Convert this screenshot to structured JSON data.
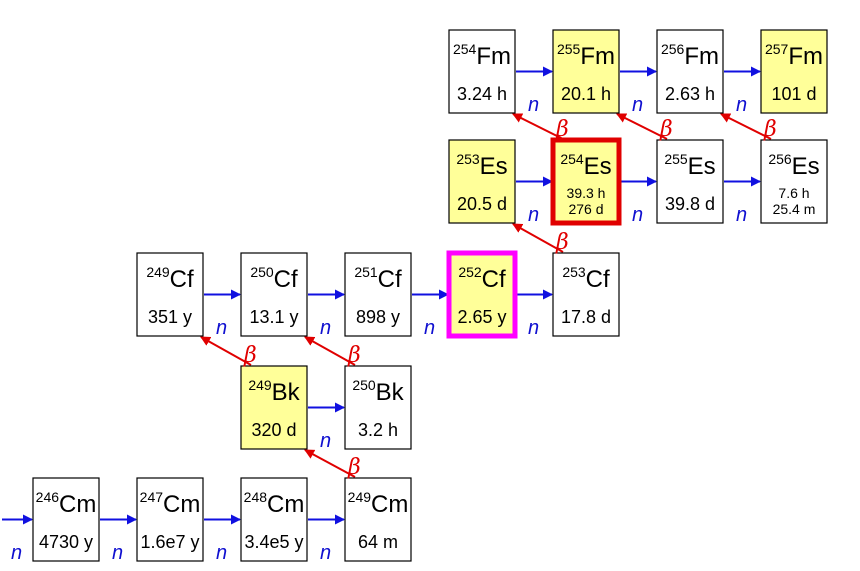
{
  "diagram": {
    "colors": {
      "neutron": "#1010e0",
      "beta": "#e00000",
      "highlight_fill": "#ffff99",
      "box_border_red": "#e00000",
      "box_border_magenta": "#ff00ff"
    },
    "neutron_label": "n",
    "beta_label": "β",
    "nuclides": [
      {
        "id": "fm254",
        "mass": "254",
        "symbol": "Fm",
        "half_lives": [
          "3.24 h"
        ],
        "highlight": false,
        "border": ""
      },
      {
        "id": "fm255",
        "mass": "255",
        "symbol": "Fm",
        "half_lives": [
          "20.1 h"
        ],
        "highlight": true,
        "border": ""
      },
      {
        "id": "fm256",
        "mass": "256",
        "symbol": "Fm",
        "half_lives": [
          "2.63 h"
        ],
        "highlight": false,
        "border": ""
      },
      {
        "id": "fm257",
        "mass": "257",
        "symbol": "Fm",
        "half_lives": [
          "101 d"
        ],
        "highlight": true,
        "border": ""
      },
      {
        "id": "es253",
        "mass": "253",
        "symbol": "Es",
        "half_lives": [
          "20.5 d"
        ],
        "highlight": true,
        "border": ""
      },
      {
        "id": "es254",
        "mass": "254",
        "symbol": "Es",
        "half_lives": [
          "39.3 h",
          "276 d"
        ],
        "highlight": true,
        "border": "red"
      },
      {
        "id": "es255",
        "mass": "255",
        "symbol": "Es",
        "half_lives": [
          "39.8 d"
        ],
        "highlight": false,
        "border": ""
      },
      {
        "id": "es256",
        "mass": "256",
        "symbol": "Es",
        "half_lives": [
          "7.6 h",
          "25.4 m"
        ],
        "highlight": false,
        "border": ""
      },
      {
        "id": "cf249",
        "mass": "249",
        "symbol": "Cf",
        "half_lives": [
          "351 y"
        ],
        "highlight": false,
        "border": ""
      },
      {
        "id": "cf250",
        "mass": "250",
        "symbol": "Cf",
        "half_lives": [
          "13.1 y"
        ],
        "highlight": false,
        "border": ""
      },
      {
        "id": "cf251",
        "mass": "251",
        "symbol": "Cf",
        "half_lives": [
          "898 y"
        ],
        "highlight": false,
        "border": ""
      },
      {
        "id": "cf252",
        "mass": "252",
        "symbol": "Cf",
        "half_lives": [
          "2.65 y"
        ],
        "highlight": true,
        "border": "magenta"
      },
      {
        "id": "cf253",
        "mass": "253",
        "symbol": "Cf",
        "half_lives": [
          "17.8 d"
        ],
        "highlight": false,
        "border": ""
      },
      {
        "id": "bk249",
        "mass": "249",
        "symbol": "Bk",
        "half_lives": [
          "320 d"
        ],
        "highlight": true,
        "border": ""
      },
      {
        "id": "bk250",
        "mass": "250",
        "symbol": "Bk",
        "half_lives": [
          "3.2 h"
        ],
        "highlight": false,
        "border": ""
      },
      {
        "id": "cm246",
        "mass": "246",
        "symbol": "Cm",
        "half_lives": [
          "4730 y"
        ],
        "highlight": false,
        "border": ""
      },
      {
        "id": "cm247",
        "mass": "247",
        "symbol": "Cm",
        "half_lives": [
          "1.6e7 y"
        ],
        "highlight": false,
        "border": ""
      },
      {
        "id": "cm248",
        "mass": "248",
        "symbol": "Cm",
        "half_lives": [
          "3.4e5 y"
        ],
        "highlight": false,
        "border": ""
      },
      {
        "id": "cm249",
        "mass": "249",
        "symbol": "Cm",
        "half_lives": [
          "64 m"
        ],
        "highlight": false,
        "border": ""
      }
    ],
    "neutron_captures": [
      [
        "",
        "cm246"
      ],
      [
        "cm246",
        "cm247"
      ],
      [
        "cm247",
        "cm248"
      ],
      [
        "cm248",
        "cm249"
      ],
      [
        "bk249",
        "bk250"
      ],
      [
        "cf249",
        "cf250"
      ],
      [
        "cf250",
        "cf251"
      ],
      [
        "cf251",
        "cf252"
      ],
      [
        "cf252",
        "cf253"
      ],
      [
        "es253",
        "es254"
      ],
      [
        "es254",
        "es255"
      ],
      [
        "es255",
        "es256"
      ],
      [
        "fm254",
        "fm255"
      ],
      [
        "fm255",
        "fm256"
      ],
      [
        "fm256",
        "fm257"
      ]
    ],
    "beta_decays": [
      [
        "cm249",
        "bk249"
      ],
      [
        "bk249",
        "cf249"
      ],
      [
        "bk250",
        "cf250"
      ],
      [
        "cf253",
        "es253"
      ],
      [
        "es254",
        "fm254"
      ],
      [
        "es255",
        "fm255"
      ],
      [
        "es256",
        "fm256"
      ]
    ]
  }
}
